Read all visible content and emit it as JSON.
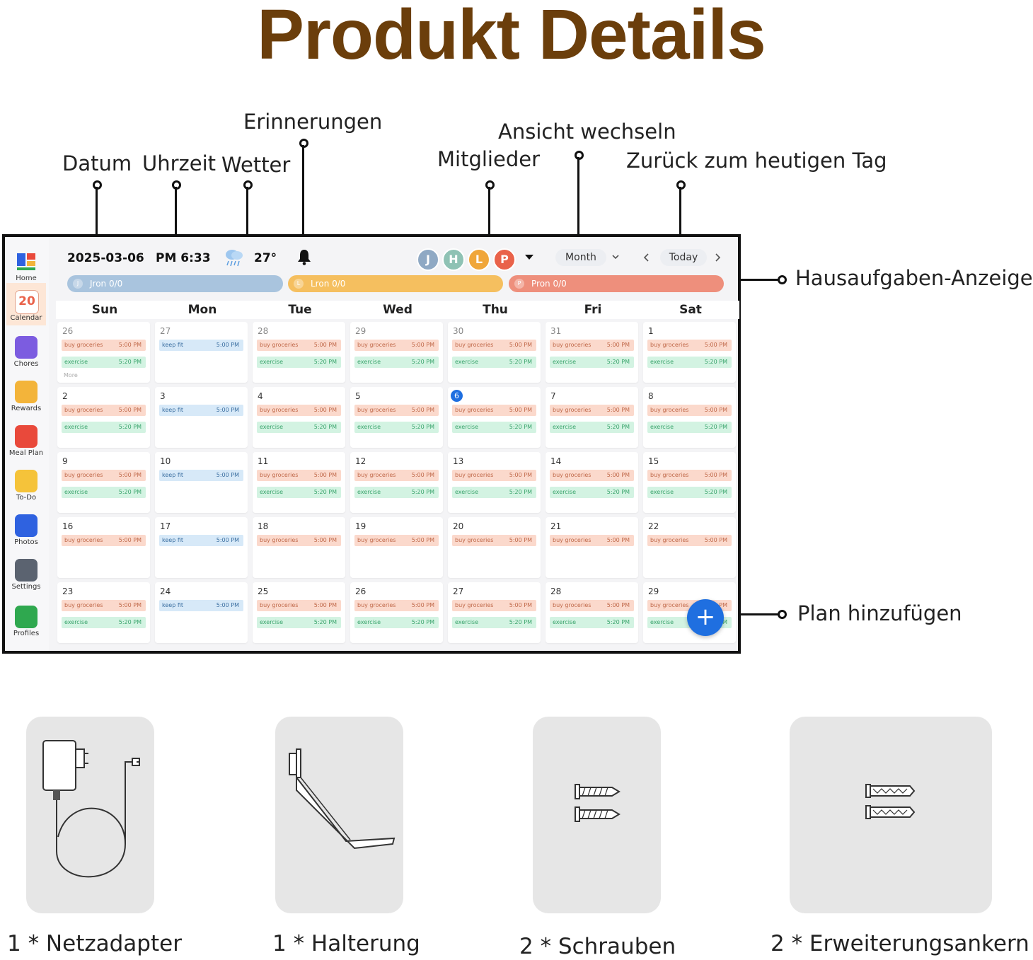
{
  "title": "Produkt Details",
  "callouts": {
    "datum": "Datum",
    "uhrzeit": "Uhrzeit",
    "wetter": "Wetter",
    "erinnerungen": "Erinnerungen",
    "mitglieder": "Mitglieder",
    "ansicht": "Ansicht wechseln",
    "zurueck": "Zurück zum heutigen Tag",
    "hausaufgaben": "Hausaufgaben-Anzeige",
    "plan": "Plan hinzufügen"
  },
  "sidebar": {
    "items": [
      {
        "label": "Home",
        "icon": "home-icon"
      },
      {
        "label": "Calendar",
        "icon": "calendar-icon",
        "badge": "20"
      },
      {
        "label": "Chores",
        "icon": "chores-icon"
      },
      {
        "label": "Rewards",
        "icon": "rewards-icon"
      },
      {
        "label": "Meal Plan",
        "icon": "meal-plan-icon"
      },
      {
        "label": "To-Do",
        "icon": "todo-icon"
      },
      {
        "label": "Photos",
        "icon": "photos-icon"
      },
      {
        "label": "Settings",
        "icon": "settings-icon"
      },
      {
        "label": "Profiles",
        "icon": "profiles-icon"
      }
    ]
  },
  "header": {
    "date": "2025-03-06",
    "time": "PM 6:33",
    "temperature": "27°",
    "members": [
      "J",
      "H",
      "L",
      "P"
    ],
    "view": "Month",
    "today": "Today"
  },
  "member_bars": [
    {
      "initial": "J",
      "text": "Jron  0/0",
      "color": "#a9c4de"
    },
    {
      "initial": "L",
      "text": "Lron  0/0",
      "color": "#f5bf5f"
    },
    {
      "initial": "P",
      "text": "Pron  0/0",
      "color": "#ee8f7c"
    }
  ],
  "weekdays": [
    "Sun",
    "Mon",
    "Tue",
    "Wed",
    "Thu",
    "Fri",
    "Sat"
  ],
  "events": {
    "groceries": "buy groceries",
    "exercise": "exercise",
    "keepfit": "keep fit",
    "t500": "5:00 PM",
    "t520": "5:20 PM",
    "more": "More"
  },
  "weeks": [
    [
      "26",
      "27",
      "28",
      "29",
      "30",
      "31",
      "1"
    ],
    [
      "2",
      "3",
      "4",
      "5",
      "6",
      "7",
      "8"
    ],
    [
      "9",
      "10",
      "11",
      "12",
      "13",
      "14",
      "15"
    ],
    [
      "16",
      "17",
      "18",
      "19",
      "20",
      "21",
      "22"
    ],
    [
      "23",
      "24",
      "25",
      "26",
      "27",
      "28",
      "29"
    ]
  ],
  "fab": "+",
  "accessories": [
    "1 * Netzadapter",
    "1 * Halterung",
    "2 * Schrauben",
    "2 * Erweiterungsankern"
  ],
  "colors": {
    "title": "#6b3e0b",
    "accent": "#1f6fe0",
    "avatar_j": "#8fa9c4",
    "avatar_h": "#8fc2b4",
    "avatar_l": "#f0a63a",
    "avatar_p": "#e9624a"
  }
}
